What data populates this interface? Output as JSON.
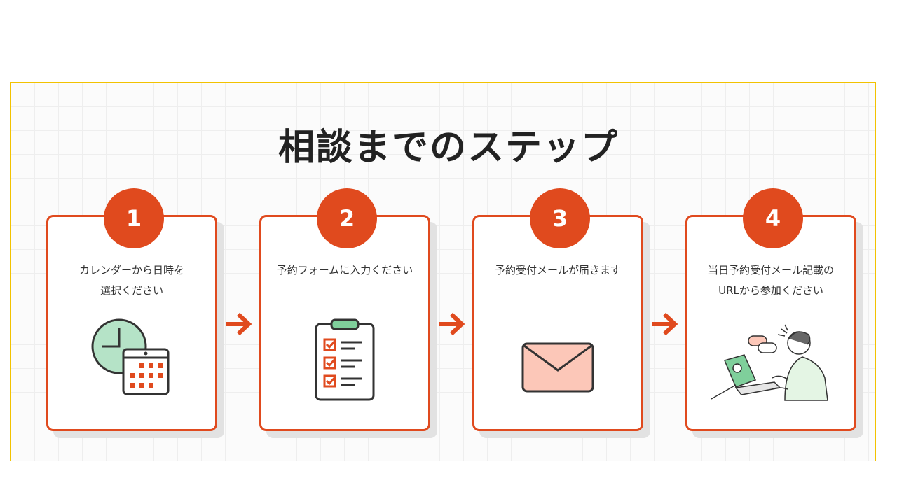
{
  "title": "相談までのステップ",
  "steps": [
    {
      "num": "1",
      "line1": "カレンダーから日時を",
      "line2": "選択ください",
      "icon": "calendar-clock-icon"
    },
    {
      "num": "2",
      "line1": "予約フォームに入力ください",
      "line2": "",
      "icon": "checklist-icon"
    },
    {
      "num": "3",
      "line1": "予約受付メールが届きます",
      "line2": "",
      "icon": "envelope-icon"
    },
    {
      "num": "4",
      "line1": "当日予約受付メール記載の",
      "line2": "URLから参加ください",
      "icon": "online-meeting-icon"
    }
  ],
  "colors": {
    "accent": "#e04a1e",
    "green": "#b5e3c7",
    "pink": "#fcc7b8"
  }
}
